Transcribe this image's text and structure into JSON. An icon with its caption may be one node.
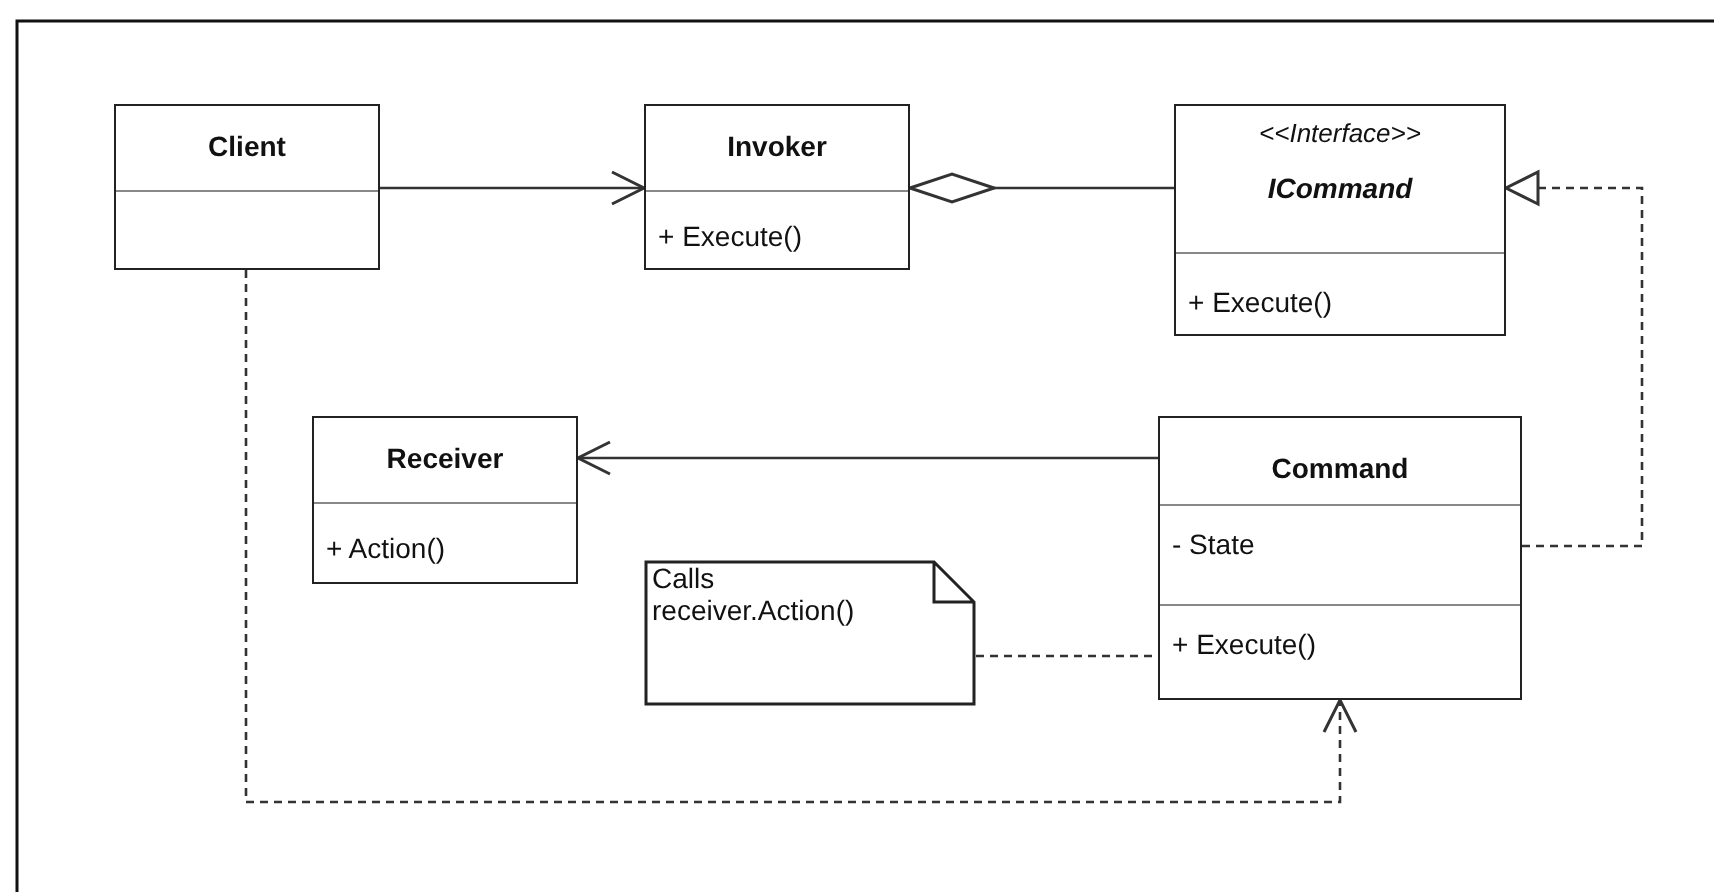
{
  "diagram": {
    "nodes": [
      {
        "text": [
          "Client"
        ]
      },
      {
        "text": [
          "Invoker",
          "+ Execute()"
        ]
      },
      {
        "text": [
          "<<Interface>>",
          "ICommand",
          "+ Execute()"
        ]
      },
      {
        "text": [
          "Receiver",
          "+ Action()"
        ]
      },
      {
        "text": [
          "Command",
          "- State",
          "+ Execute()"
        ]
      },
      {
        "text": [
          "Calls receiver.Action()"
        ]
      }
    ],
    "edges": [
      {
        "from": 0,
        "to": 1,
        "arrow": "to"
      },
      {
        "from": 1,
        "to": 2,
        "arrow": "other"
      },
      {
        "from": 4,
        "to": 2,
        "arrow": "to",
        "style": "dashed"
      },
      {
        "from": 4,
        "to": 3,
        "arrow": "to"
      },
      {
        "from": 5,
        "to": 4,
        "arrow": "none",
        "style": "dashed"
      },
      {
        "from": 0,
        "to": 4,
        "arrow": "to",
        "style": "dashed"
      }
    ]
  }
}
